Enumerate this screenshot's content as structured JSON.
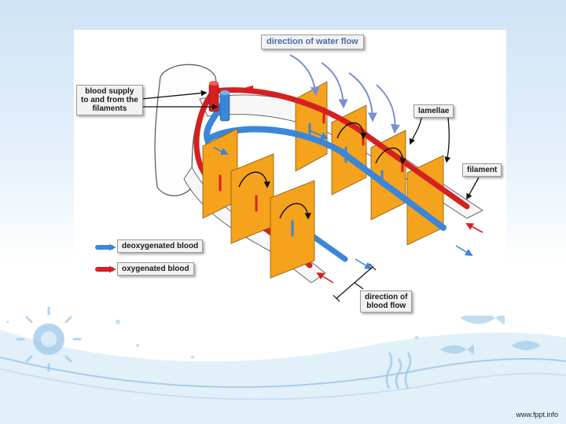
{
  "labels": {
    "water_flow": "direction of water flow",
    "blood_supply_1": "blood supply",
    "blood_supply_2": "to and from the",
    "blood_supply_3": "filaments",
    "lamellae": "lamellae",
    "filament": "filament",
    "deoxygenated": "deoxygenated blood",
    "oxygenated": "oxygenated blood",
    "blood_flow_1": "direction of",
    "blood_flow_2": "blood flow"
  },
  "footer": {
    "url": "www.fppt.info"
  },
  "colors": {
    "oxygenated": "#d62020",
    "deoxygenated": "#3b86d8",
    "lamella": "#f5a21c",
    "water_arrow": "#7a8fd0"
  }
}
